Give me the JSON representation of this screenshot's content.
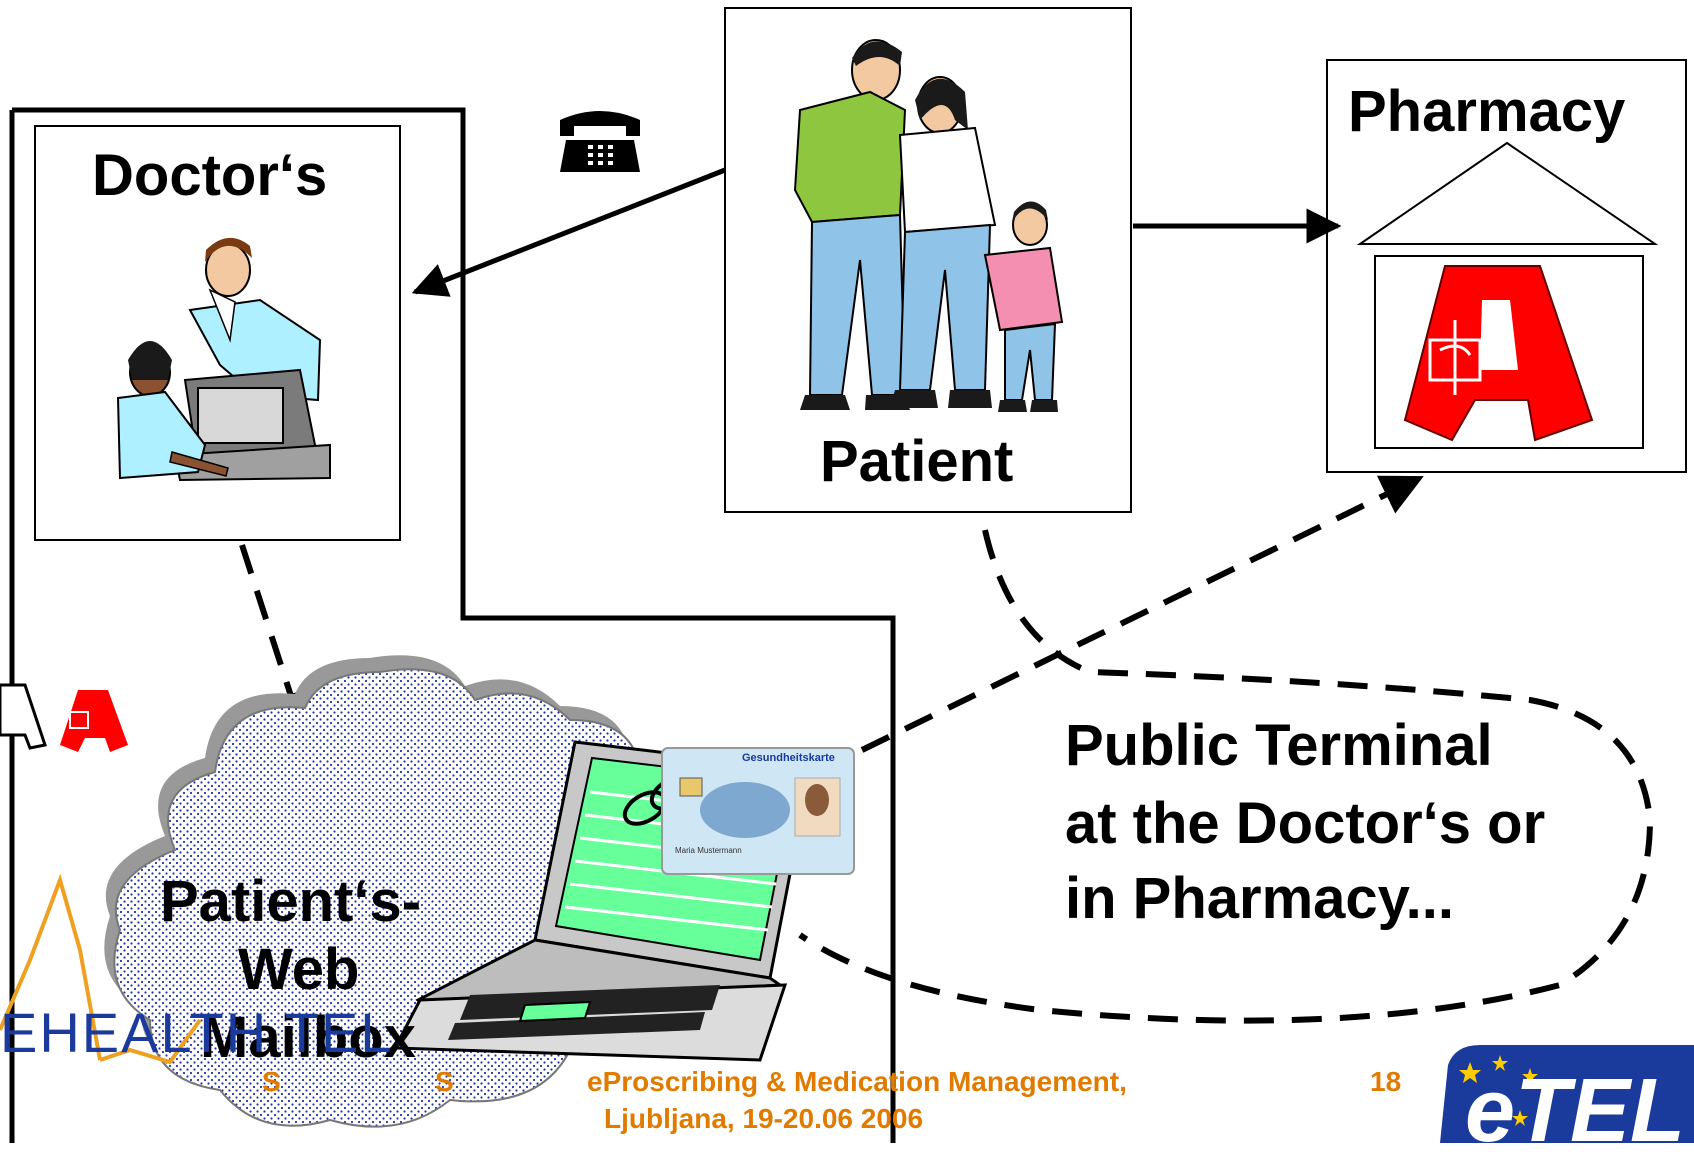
{
  "nodes": {
    "doctor_title": "Doctor‘s",
    "patient_title": "Patient",
    "pharmacy_title": "Pharmacy",
    "mailbox_label_line1": "Patient‘s-",
    "mailbox_label_line2": "Web",
    "mailbox_label_line3": "Mailbox",
    "public_terminal_line1": "Public Terminal",
    "public_terminal_line2": "at the Doctor‘s or",
    "public_terminal_line3": "in Pharmacy..."
  },
  "card": {
    "title": "Gesundheitskarte",
    "name": "Maria Mustermann"
  },
  "footer": {
    "left_fragment_1": "S",
    "left_fragment_2": "S",
    "title": "eProscribing & Medication Management,",
    "subtitle": "Ljubljana, 19-20.06 2006",
    "page_number": "18"
  },
  "logos": {
    "left": "EHEALTH TEL",
    "right": "eTEL",
    "pharmacy_symbol": "A"
  },
  "colors": {
    "footer_text": "#e07b00",
    "pharmacy_red": "#ff0000",
    "screen_green": "#66ff99",
    "logo_blue": "#1a3a9c"
  },
  "icons": [
    "phone-icon",
    "pharmacy-a-icon",
    "chain-link-icon",
    "laptop-icon"
  ]
}
